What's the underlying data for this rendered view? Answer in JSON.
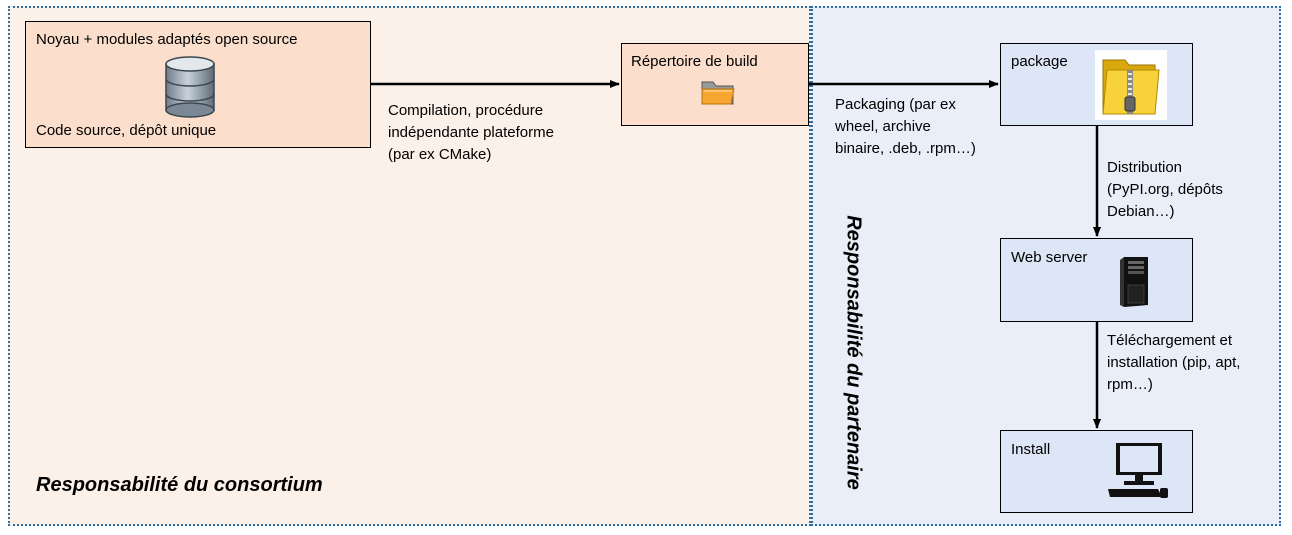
{
  "regions": {
    "consortium_title": "Responsabilité du consortium",
    "partner_title": "Responsabilité du partenaire"
  },
  "nodes": {
    "source": {
      "title": "Noyau + modules adaptés open source",
      "subtitle": "Code source, dépôt unique",
      "icon": "database-icon"
    },
    "build": {
      "title": "Répertoire de build",
      "icon": "folder-icon"
    },
    "package": {
      "title": "package",
      "icon": "zip-folder-icon"
    },
    "webserver": {
      "title": "Web server",
      "icon": "server-tower-icon"
    },
    "install": {
      "title": "Install",
      "icon": "computer-icon"
    }
  },
  "edges": {
    "compile": "Compilation, procédure\nindépendante plateforme\n(par ex CMake)",
    "packaging": "Packaging (par ex\nwheel, archive\nbinaire, .deb, .rpm…)",
    "distribution": "Distribution\n(PyPI.org, dépôts\nDebian…)",
    "download": "Téléchargement et\ninstallation (pip, apt,\nrpm…)"
  },
  "colors": {
    "consortium_bg": "#fcf1e8",
    "partner_bg": "#e9eef8",
    "box_orange": "#fbdfcc",
    "box_blue": "#dde6f6",
    "border_dotted": "#2e6fa3"
  }
}
